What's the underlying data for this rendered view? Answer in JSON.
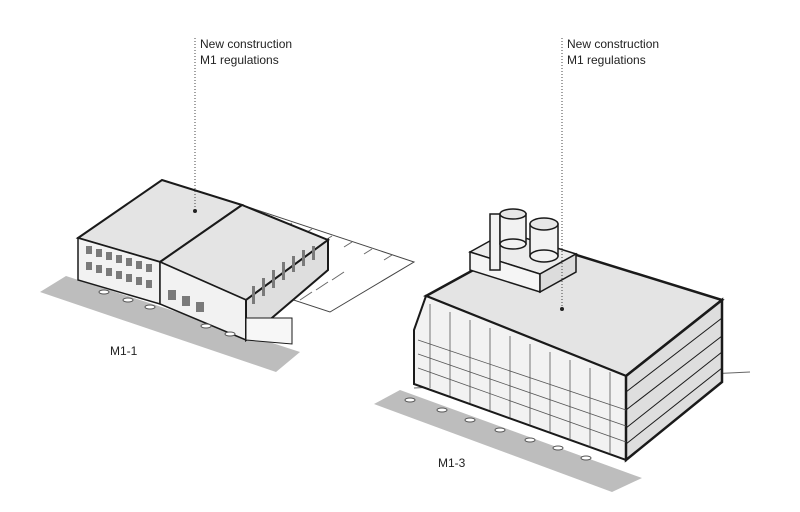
{
  "figures": [
    {
      "id": "m1-1",
      "zone_label": "M1-1",
      "callout": {
        "line1": "New construction",
        "line2": "M1 regulations"
      }
    },
    {
      "id": "m1-3",
      "zone_label": "M1-3",
      "callout": {
        "line1": "New construction",
        "line2": "M1 regulations"
      }
    }
  ],
  "colors": {
    "roof": "#e4e4e4",
    "facade": "#f2f2f2",
    "shadow": "#bdbdbd",
    "outline": "#1a1a1a",
    "window": "#7a7a7a"
  }
}
